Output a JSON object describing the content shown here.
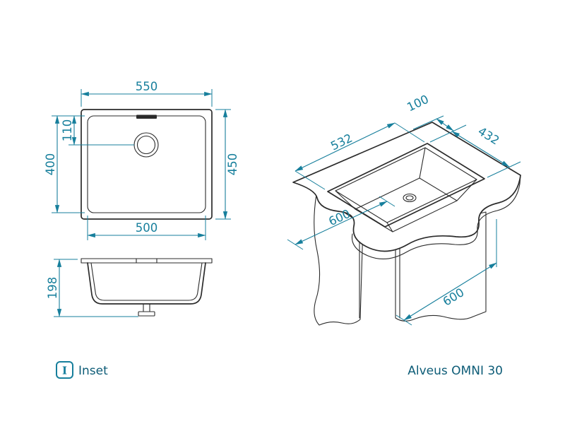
{
  "product": {
    "name": "Alveus OMNI 30"
  },
  "legend": {
    "icon_letter": "I",
    "label": "Inset"
  },
  "colors": {
    "dimension_teal": "#177f9c",
    "label_teal": "#0d5c77",
    "drawing_black": "#2b2b2b",
    "background": "#ffffff"
  },
  "views": {
    "top_view": {
      "outer_width_mm": "550",
      "bowl_depth_mm": "400",
      "drain_offset_mm": "110",
      "outer_depth_mm": "450",
      "bowl_width_mm": "500"
    },
    "side_view": {
      "height_mm": "198"
    },
    "installation_view": {
      "cutout_setback_mm": "100",
      "cutout_width_mm": "432",
      "cutout_length_mm": "532",
      "worktop_depth_mm": "600",
      "cabinet_depth_mm": "600"
    }
  }
}
